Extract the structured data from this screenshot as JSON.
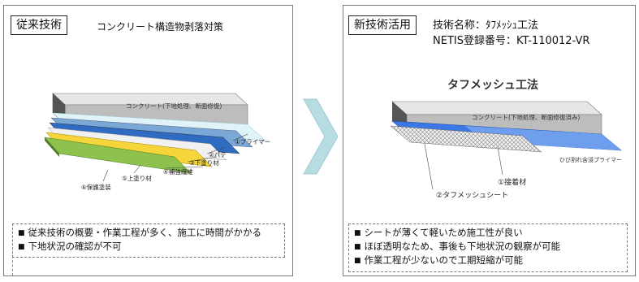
{
  "left": {
    "tag": "従来技術",
    "heading": "コンクリート構造物剥落対策",
    "diagram": {
      "slab_label": "コンクリート(下地処理、断面修復)",
      "layers": [
        "①プライマー",
        "②パテ",
        "③下塗り材",
        "④補強繊維",
        "⑤上塗り材",
        "⑥保護塗装"
      ]
    },
    "notes": [
      "従来技術の概要・作業工程が多く、施工に時間がかかる",
      "下地状況の確認が不可"
    ]
  },
  "right": {
    "tag": "新技術活用",
    "tech_name": "技術名称：ﾀﾌﾒｯｼｭ工法",
    "netis": "NETIS登録番号：KT-110012-VR",
    "diagram": {
      "title": "タフメッシュ工法",
      "slab_label": "コンクリート(下地処理、断面修復済み)",
      "primer_label": "ひび割れ含浸プライマー",
      "labels": [
        "①接着材",
        "②タフメッシュシート"
      ]
    },
    "notes": [
      "シートが薄くて軽いため施工性が良い",
      "ほぼ透明なため、事後も下地状況の観察が可能",
      "作業工程が少ないので工期短縮が可能"
    ]
  },
  "colors": {
    "arrow": "#b7dde3",
    "layer_primer": "#dff3f8",
    "layer_putty": "#7ba7d6",
    "layer_undercoat": "#2f6bc0",
    "layer_fiber": "#f1f1f1",
    "layer_topcoat": "#f5d53a",
    "layer_protect": "#8fc14f",
    "mesh_blue": "#3b78e6"
  },
  "bullet_icon": "black-square"
}
